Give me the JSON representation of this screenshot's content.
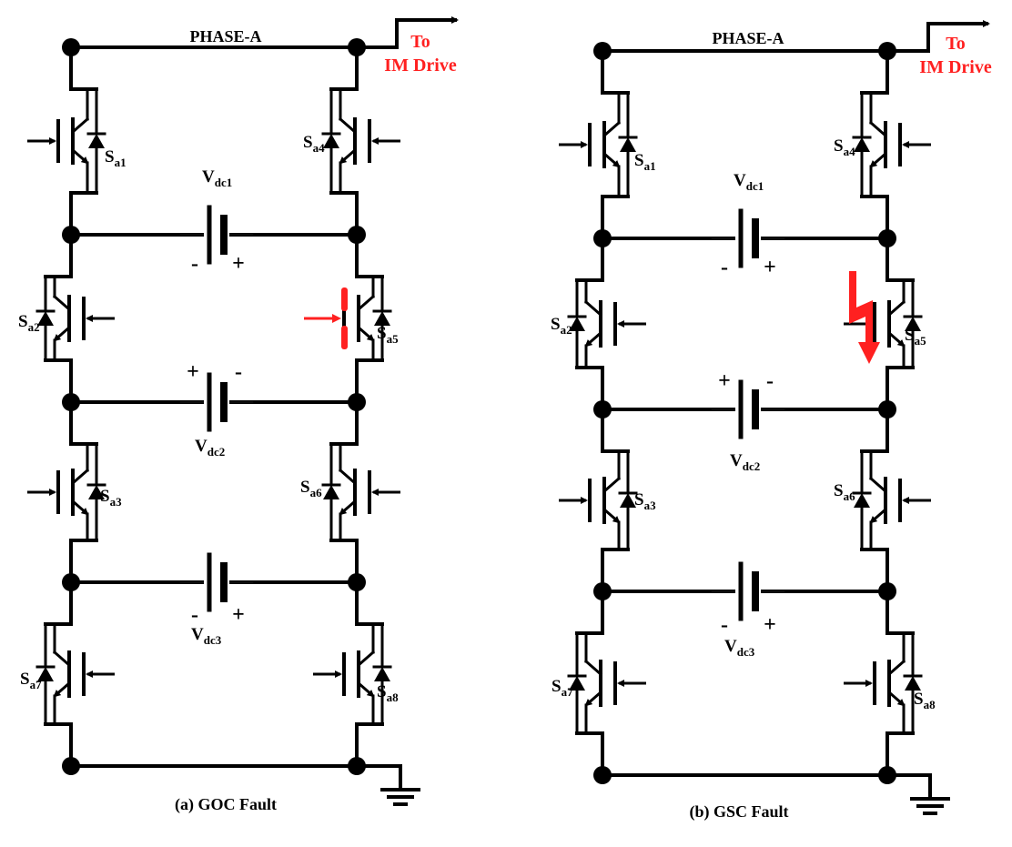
{
  "panels": [
    {
      "phase_label": "PHASE-A",
      "output_label_line1": "To",
      "output_label_line2": "IM Drive",
      "caption": "(a) GOC Fault",
      "switches": [
        {
          "name": "S",
          "sub": "a1"
        },
        {
          "name": "S",
          "sub": "a2"
        },
        {
          "name": "S",
          "sub": "a3"
        },
        {
          "name": "S",
          "sub": "a7"
        },
        {
          "name": "S",
          "sub": "a4"
        },
        {
          "name": "S",
          "sub": "a5"
        },
        {
          "name": "S",
          "sub": "a6"
        },
        {
          "name": "S",
          "sub": "a8"
        }
      ],
      "sources": [
        {
          "name": "V",
          "sub": "dc1"
        },
        {
          "name": "V",
          "sub": "dc2"
        },
        {
          "name": "V",
          "sub": "dc3"
        }
      ],
      "fault_switch": "a5",
      "fault_type": "open-circuit"
    },
    {
      "phase_label": "PHASE-A",
      "output_label_line1": "To",
      "output_label_line2": "IM Drive",
      "caption": "(b) GSC Fault",
      "switches": [
        {
          "name": "S",
          "sub": "a1"
        },
        {
          "name": "S",
          "sub": "a2"
        },
        {
          "name": "S",
          "sub": "a3"
        },
        {
          "name": "S",
          "sub": "a7"
        },
        {
          "name": "S",
          "sub": "a4"
        },
        {
          "name": "S",
          "sub": "a5"
        },
        {
          "name": "S",
          "sub": "a6"
        },
        {
          "name": "S",
          "sub": "a8"
        }
      ],
      "sources": [
        {
          "name": "V",
          "sub": "dc1"
        },
        {
          "name": "V",
          "sub": "dc2"
        },
        {
          "name": "V",
          "sub": "dc3"
        }
      ],
      "fault_switch": "a5",
      "fault_type": "short-circuit"
    }
  ],
  "plus_sign": "+",
  "minus_sign": "-",
  "colors": {
    "wire": "#000000",
    "fault": "#ff2020"
  }
}
